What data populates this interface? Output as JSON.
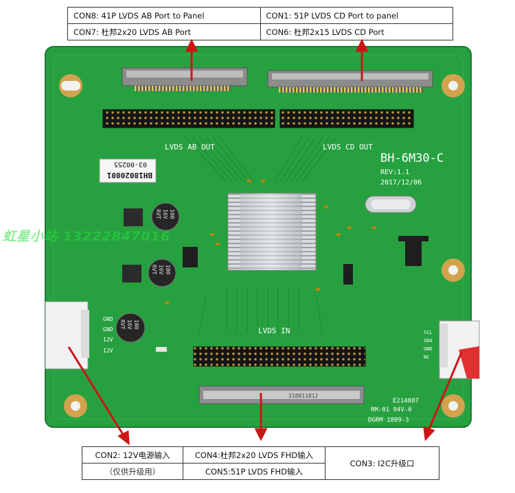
{
  "top_labels": {
    "con8": "CON8: 41P LVDS AB Port to Panel",
    "con1": "CON1: 51P LVDS CD Port to panel",
    "con7": "CON7: 杜邦2x20 LVDS AB Port",
    "con6": "CON6: 杜邦2x15 LVDS CD Port"
  },
  "bottom_labels": {
    "con2_line1": "CON2: 12V电源输入",
    "con2_line2": "（仅供升级用）",
    "con4": "CON4:杜邦2x20 LVDS FHD输入",
    "con5": "CON5:51P LVDS FHD输入",
    "con3": "CON3: I2C升级口"
  },
  "board": {
    "model": "BH-6M30-C",
    "rev": "REV:1.1",
    "date": "2017/12/06",
    "sticker_line1": "BH18020801",
    "sticker_line2": "03-00255",
    "lvds_ab_out": "LVDS AB OUT",
    "lvds_cd_out": "LVDS CD OUT",
    "lvds_in": "LVDS IN",
    "ul_code": "E214887",
    "rm_code": "RM-01 94V-0",
    "dgrm": "DGRM 1809-3",
    "connector_code": "318011812",
    "power_labels": [
      "GND",
      "GND",
      "12V",
      "12V"
    ],
    "i2c_labels": [
      "SCL",
      "SDA",
      "GND",
      "NC"
    ],
    "cap1": [
      "100",
      "16V",
      "RVT"
    ],
    "cap2": [
      "100",
      "16V",
      "RVT"
    ],
    "cap3": [
      "100",
      "16V",
      "RVT"
    ]
  },
  "watermark": "虹星小站 13222847016",
  "colors": {
    "pcb": "#27a140",
    "arrow": "#cc1515",
    "silk": "#ffffff"
  }
}
